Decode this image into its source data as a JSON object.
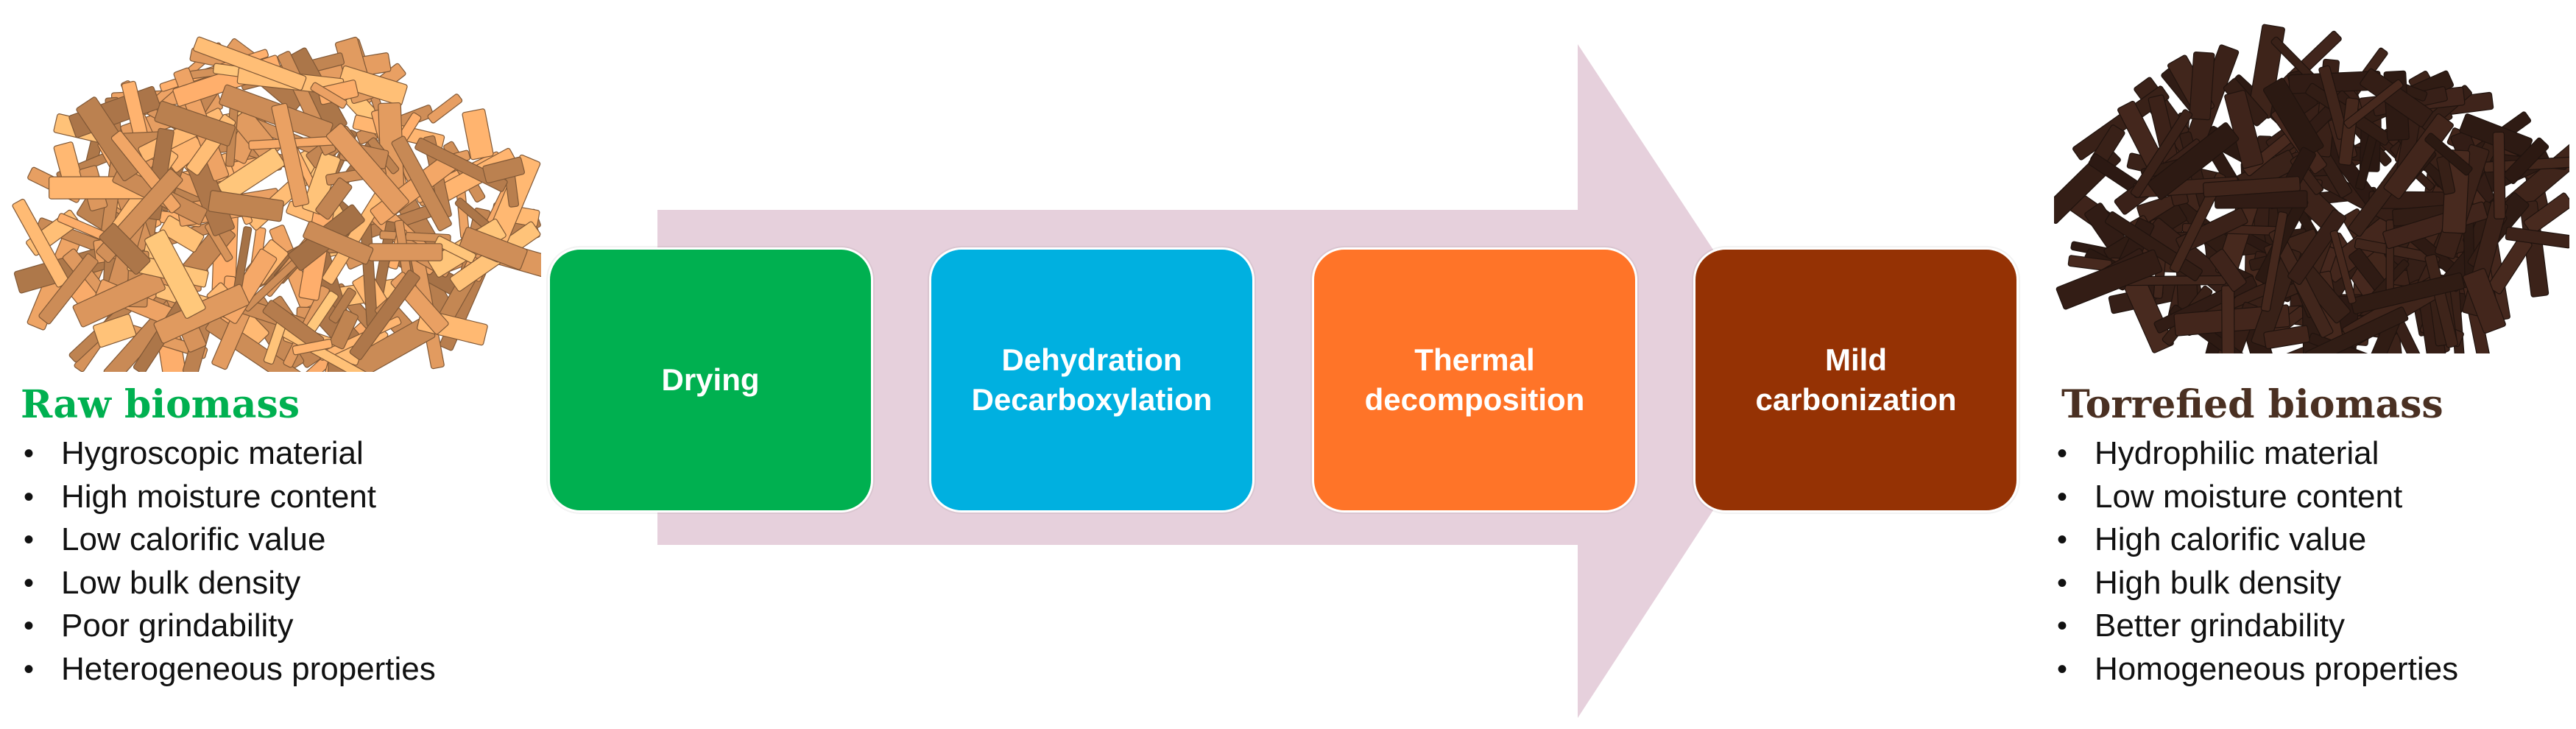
{
  "process": {
    "steps": [
      {
        "lines": [
          "Drying"
        ]
      },
      {
        "lines": [
          "Dehydration",
          "Decarboxylation"
        ]
      },
      {
        "lines": [
          "Thermal",
          "decomposition"
        ]
      },
      {
        "lines": [
          "Mild",
          "carbonization"
        ]
      }
    ]
  },
  "raw": {
    "title": "Raw biomass",
    "properties": [
      "Hygroscopic material",
      "High moisture content",
      "Low calorific value",
      "Low bulk density",
      "Poor grindability",
      "Heterogeneous properties"
    ]
  },
  "torrefied": {
    "title": "Torrefied biomass",
    "properties": [
      "Hydrophilic material",
      "Low moisture content",
      "High calorific value",
      "High bulk density",
      "Better grindability",
      "Homogeneous properties"
    ]
  },
  "colors": {
    "arrow": "#e6d0dc",
    "drying": "#00b050",
    "dehydration": "#00b0e0",
    "thermal": "#ff7428",
    "carbonization": "#953204",
    "raw_title": "#00b050",
    "torrefied_title": "#4a3022",
    "raw_chips": "#e9a063",
    "torrefied_chips": "#3b2219"
  }
}
